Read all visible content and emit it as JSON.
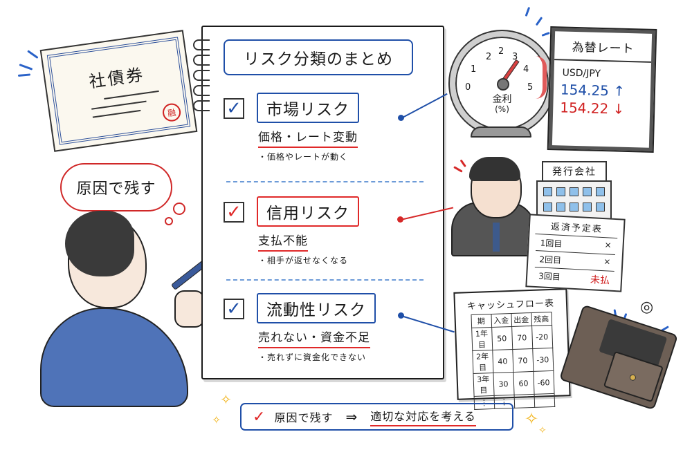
{
  "title": "リスク分類のまとめ",
  "colors": {
    "accent_blue": "#1f4fa8",
    "accent_red": "#e02828",
    "divider_blue": "#6d9bd8",
    "sparkle_yellow": "#f2b620"
  },
  "risks": [
    {
      "name": "市場リスク",
      "check_color": "blue",
      "subtitle": "価格・レート変動",
      "note": "・価格やレートが動く"
    },
    {
      "name": "信用リスク",
      "check_color": "red",
      "subtitle": "支払不能",
      "note": "・相手が返せなくなる"
    },
    {
      "name": "流動性リスク",
      "check_color": "blue",
      "subtitle": "売れない・資金不足",
      "note": "・売れずに資金化できない"
    }
  ],
  "icons": {
    "check": "✓",
    "arrow": "⇒",
    "up": "↑",
    "down": "↓",
    "sparkle": "✧"
  },
  "summary": {
    "cause": "原因で残す",
    "conclusion": "適切な対応を考える"
  },
  "bond": {
    "title": "社債券",
    "seal": "融"
  },
  "thought_bubble": "原因で残す",
  "gauge": {
    "ticks": [
      "0",
      "1",
      "2",
      "2",
      "3",
      "4",
      "5"
    ],
    "label": "金利",
    "unit": "(%)"
  },
  "fx": {
    "title": "為替レート",
    "pair": "USD/JPY",
    "rate_up": "154.25",
    "rate_down": "154.22"
  },
  "issuer": {
    "sign": "発行会社"
  },
  "repayment": {
    "title": "返済予定表",
    "rows": [
      {
        "label": "1回目",
        "status": "×"
      },
      {
        "label": "2回目",
        "status": "×"
      },
      {
        "label": "3回目",
        "status": "未払"
      }
    ]
  },
  "cashflow": {
    "title": "キャッシュフロー表",
    "headers": [
      "期",
      "入金",
      "出金",
      "残高"
    ],
    "rows": [
      [
        "1年目",
        "50",
        "70",
        "-20"
      ],
      [
        "2年目",
        "40",
        "70",
        "-30"
      ],
      [
        "3年目",
        "30",
        "60",
        "-60"
      ],
      [
        "⋮",
        "⋮",
        "",
        ""
      ]
    ]
  }
}
